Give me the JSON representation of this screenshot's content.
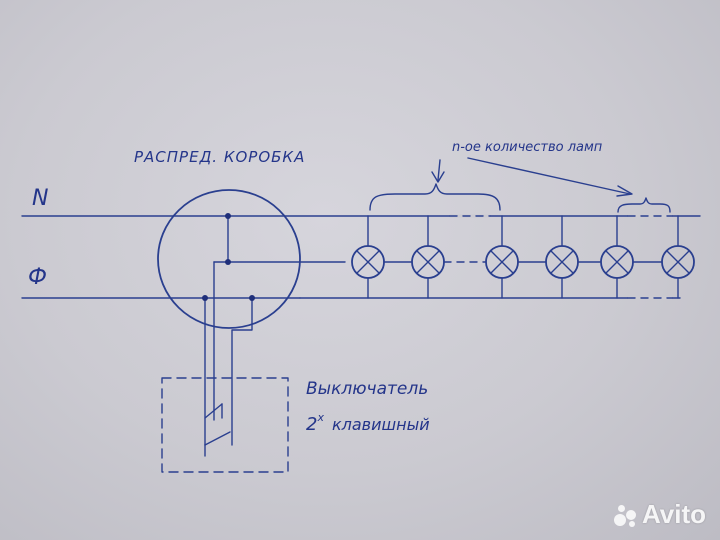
{
  "labels": {
    "junction_box": "РАСПРЕД. КОРОБКА",
    "lamp_count": "n-ое количество ламп",
    "neutral": "N",
    "phase": "Ф",
    "switch_line1": "Выключатель",
    "switch_line2_main": "2",
    "switch_line2_sup": "х",
    "switch_line2_rest": "клавишный"
  },
  "watermark": {
    "text": "Avito",
    "icon": "avito-logo-icon"
  },
  "colors": {
    "ink": "#2a3f8f",
    "paper": "#cbcad1"
  }
}
